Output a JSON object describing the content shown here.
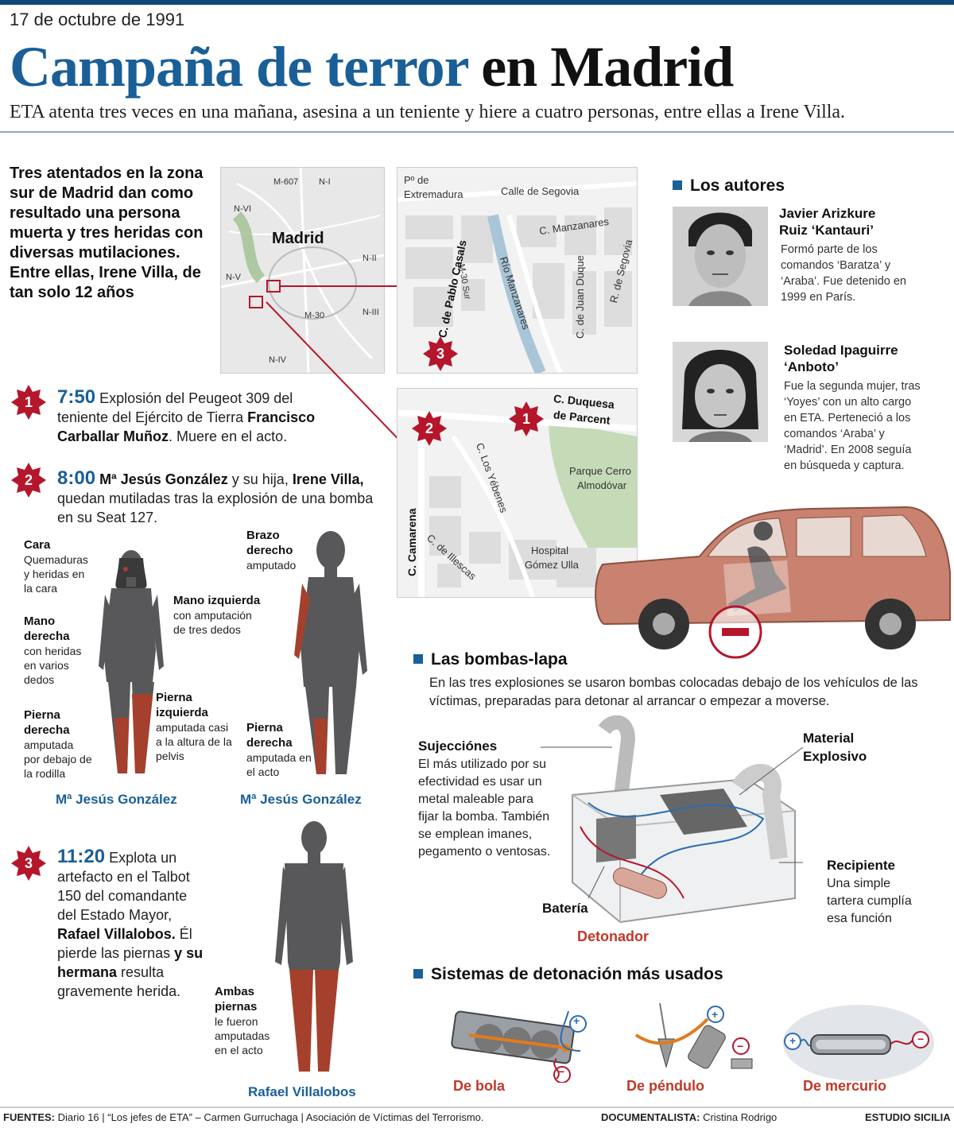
{
  "header": {
    "date": "17 de octubre de 1991",
    "title_blue": "Campaña de terror",
    "title_black": "en Madrid",
    "subtitle": "ETA atenta tres veces en una mañana, asesina a un teniente y hiere a cuatro personas, entre ellas a Irene Villa."
  },
  "intro": "Tres atentados en la zona sur de Madrid dan como resultado una persona muerta y tres heridas con diversas mutilaciones. Entre ellas, Irene Villa, de tan solo 12 años",
  "map_overview": {
    "city": "Madrid",
    "labels": [
      "M-607",
      "N-I",
      "N-VI",
      "N-II",
      "N-V",
      "M-30",
      "N-III",
      "N-IV"
    ]
  },
  "map_detail_3": {
    "streets": [
      "Pº de",
      "Extremadura",
      "Calle de Segovia",
      "C. Manzanares",
      "M-30 Sur",
      "Río Manzanares",
      "C. de Juan Duque",
      "R. de Segovia"
    ],
    "bold_street": "C. de Pablo Casals",
    "marker": "3"
  },
  "map_detail_12": {
    "bold_street_1": "C. Duquesa",
    "bold_street_2": "de Parcent",
    "bold_street_3": "C. Camarena",
    "streets": [
      "C. Los Yébenes",
      "C. de Illescas"
    ],
    "park_1": "Parque Cerro",
    "park_2": "Almodóvar",
    "hospital_1": "Hospital",
    "hospital_2": "Gómez Ulla",
    "marker_1": "1",
    "marker_2": "2"
  },
  "events": [
    {
      "num": "1",
      "time": "7:50",
      "text_1": "Explosión del Peugeot 309 del teniente del Ejército de Tierra ",
      "bold": "Francisco Carballar Muñoz",
      "text_2": ". Muere en el acto."
    },
    {
      "num": "2",
      "time": "8:00",
      "bold_1": "Mª Jesús González",
      "text_1": " y su hija, ",
      "bold_2": "Irene Villa,",
      "text_2": " quedan mutiladas tras la explosión de una bomba en su Seat 127."
    },
    {
      "num": "3",
      "time": "11:20",
      "text_1": "Explota un artefacto en el Talbot 150 del comandante del Estado Mayor, ",
      "bold_1": "Rafael Villalobos.",
      "text_2": " Él pierde las piernas ",
      "bold_2": "y su hermana",
      "text_3": " resulta gravemente herida."
    }
  ],
  "injuries": {
    "fig1": {
      "cara_title": "Cara",
      "cara_desc": "Quemaduras y heridas en la cara",
      "mano_der_title": "Mano derecha",
      "mano_der_desc": "con heridas en varios dedos",
      "pierna_der_title": "Pierna derecha",
      "pierna_der_desc": "amputada por debajo de la rodilla",
      "mano_izq_title": "Mano izquierda",
      "mano_izq_desc": "con amputación de tres dedos",
      "pierna_izq_title": "Pierna izquierda",
      "pierna_izq_desc": "amputada casi a la altura de la pelvis",
      "caption": "Mª Jesús González"
    },
    "fig2": {
      "brazo_title": "Brazo derecho",
      "brazo_desc": "amputado",
      "pierna_title": "Pierna derecha",
      "pierna_desc": "amputada en el acto",
      "caption": "Mª Jesús González"
    },
    "fig3": {
      "title": "Ambas piernas",
      "desc": "le fueron amputadas en el acto",
      "caption": "Rafael Villalobos"
    }
  },
  "authors": {
    "heading": "Los autores",
    "items": [
      {
        "name": "Javier Arizkure Ruiz ‘Kantauri’",
        "desc": "Formó parte de los comandos ‘Baratza’ y ‘Araba’. Fue detenido en 1999 en París."
      },
      {
        "name": "Soledad Ipaguirre ‘Anboto’",
        "desc": "Fue la segunda mujer, tras ‘Yoyes’ con un alto cargo en ETA.  Perteneció a los comandos ‘Araba’ y ‘Madrid’. En 2008 seguía en búsqueda y captura."
      }
    ]
  },
  "bombs": {
    "heading": "Las bombas-lapa",
    "desc": "En las tres explosiones se usaron bombas colocadas debajo de los vehículos de las víctimas, preparadas para detonar al arrancar o empezar a moverse.",
    "sujeciones_title": "Sujecciónes",
    "sujeciones_desc": "El más utilizado por su efectividad es usar un metal maleable para fijar la bomba. También se emplean imanes, pegamento o ventosas.",
    "material_title": "Material Explosivo",
    "recipiente_title": "Recipiente",
    "recipiente_desc": "Una simple tartera cumplía esa función",
    "bateria": "Batería",
    "detonador": "Detonador"
  },
  "detonation": {
    "heading": "Sistemas de detonación más usados",
    "types": [
      "De bola",
      "De péndulo",
      "De mercurio"
    ],
    "plus": "+",
    "minus": "−"
  },
  "footer": {
    "sources_label": "FUENTES:",
    "sources": "Diario 16 | “Los jefes de ETA” – Carmen Gurruchaga | Asociación de Víctimas del Terrorismo.",
    "doc_label": "DOCUMENTALISTA:",
    "doc": "Cristina Rodrigo",
    "studio": "ESTUDIO SICILIA"
  },
  "colors": {
    "blue": "#1a5f97",
    "red": "#b5162b",
    "amputation": "#a5402c",
    "body": "#58585a",
    "car": "#c9826f"
  }
}
